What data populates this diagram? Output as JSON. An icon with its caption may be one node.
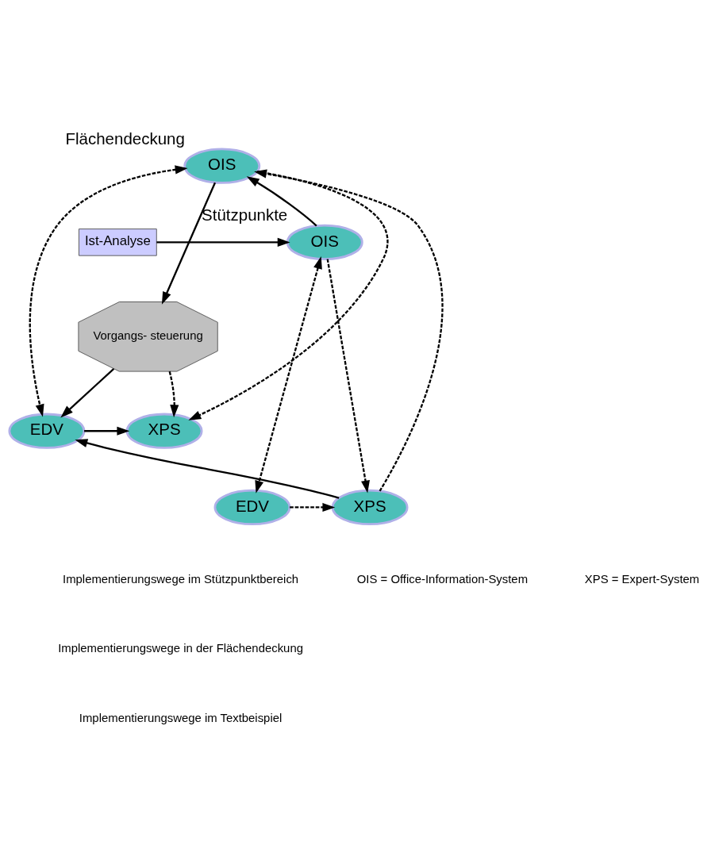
{
  "diagram": {
    "nodes": [
      {
        "text": [
          "Ist-Analyse"
        ]
      },
      {
        "text": [
          "OIS"
        ],
        "beside": [
          "Stützpunkte"
        ]
      },
      {
        "text": [
          "OIS"
        ],
        "beside": [
          "Flächendeckung"
        ]
      },
      {
        "text": [
          "Vorgangs- steuerung"
        ]
      },
      {
        "text": [
          "XPS"
        ]
      },
      {
        "text": [
          "EDV"
        ]
      },
      {
        "text": [
          "XPS"
        ]
      },
      {
        "text": [
          "EDV"
        ]
      }
    ],
    "edges": [
      {
        "from": 0,
        "to": 1,
        "arrow": "to"
      },
      {
        "from": 1,
        "to": 2,
        "arrow": "to"
      },
      {
        "from": 2,
        "to": 3,
        "arrow": "to"
      },
      {
        "from": 3,
        "to": 5,
        "arrow": "to"
      },
      {
        "from": 5,
        "to": 4,
        "arrow": "to"
      },
      {
        "from": 6,
        "to": 5,
        "arrow": "to"
      },
      {
        "from": 1,
        "to": 6,
        "arrow": "to",
        "style": "dashed"
      },
      {
        "from": 7,
        "to": 6,
        "arrow": "to",
        "style": "dashed"
      },
      {
        "from": 1,
        "to": 7,
        "arrow": "both",
        "style": "dashed"
      },
      {
        "from": 6,
        "to": 2,
        "arrow": "to",
        "style": "dashed"
      },
      {
        "from": 2,
        "to": 4,
        "arrow": "to",
        "style": "dashed"
      },
      {
        "from": 3,
        "to": 4,
        "arrow": "to",
        "style": "dashed"
      },
      {
        "from": 2,
        "to": 5,
        "arrow": "both",
        "style": "dashed"
      }
    ],
    "labels": [
      "OIS = Office-Information-System",
      "XPS = Expert-System"
    ],
    "legend": [
      {
        "text": "Implementierungswege im Stützpunktbereich"
      },
      {
        "text": "Implementierungswege in der Flächendeckung"
      },
      {
        "text": "Implementierungswege im Textbeispiel"
      }
    ]
  }
}
